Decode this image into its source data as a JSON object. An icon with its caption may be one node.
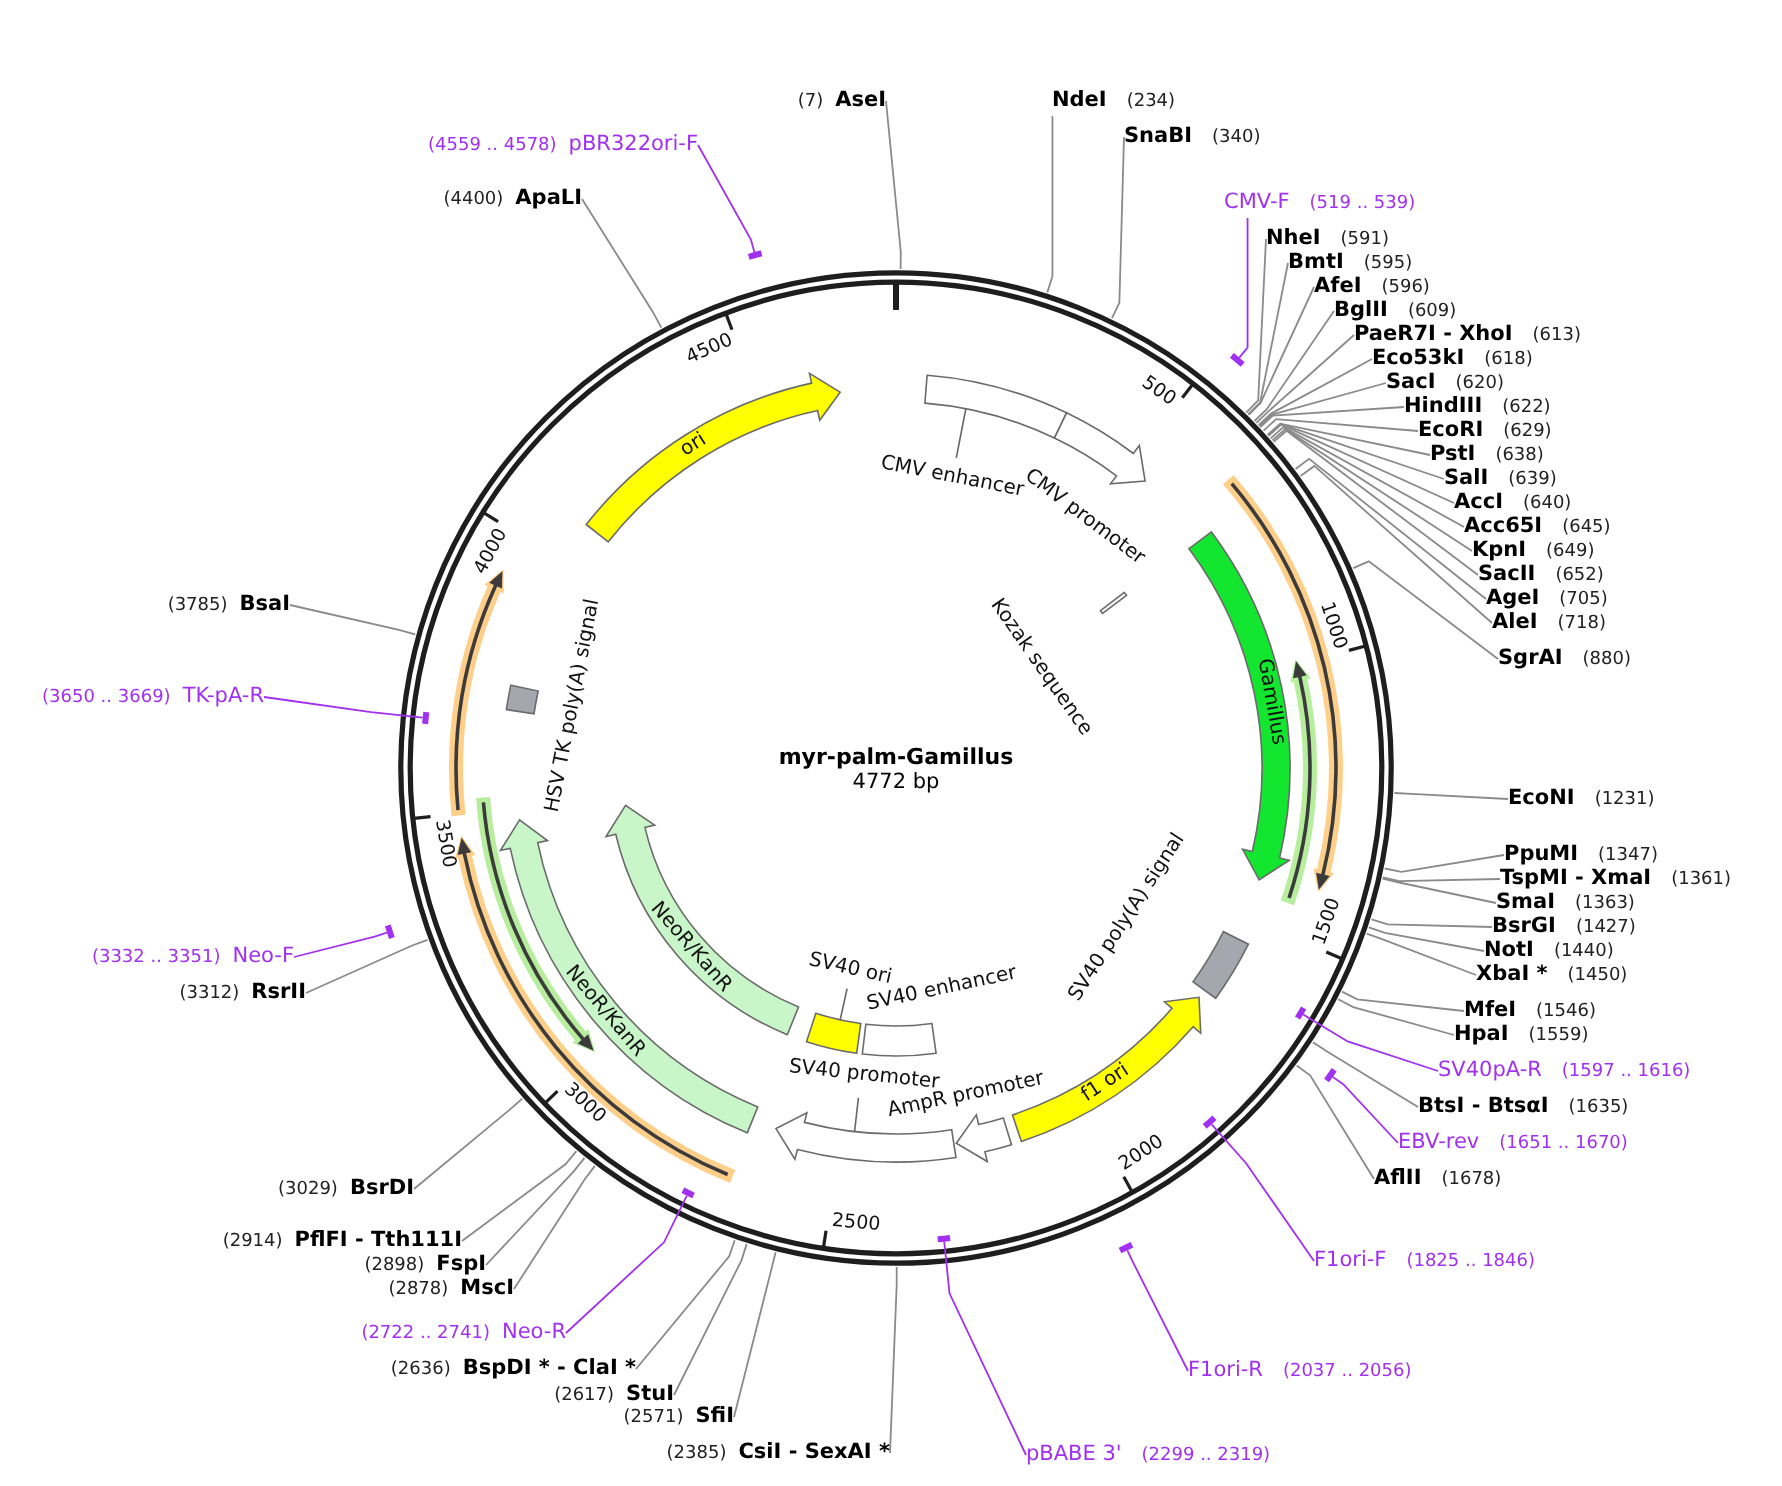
{
  "diagram": {
    "title": "myr-palm-Gamillus",
    "nodes": [
      {
        "text": [
          "CMV enhancer"
        ]
      },
      {
        "text": [
          "CMV promoter"
        ]
      },
      {
        "text": [
          "Kozak sequence"
        ]
      },
      {
        "text": [
          "Gamillus"
        ]
      },
      {
        "text": [
          "SV40 poly(A) signal"
        ]
      },
      {
        "text": [
          "f1 ori"
        ]
      },
      {
        "text": [
          "AmpR promoter"
        ]
      },
      {
        "text": [
          "SV40 enhancer"
        ]
      },
      {
        "text": [
          "SV40 promoter"
        ]
      },
      {
        "text": [
          "SV40 ori"
        ]
      },
      {
        "text": [
          "NeoR/KanR"
        ]
      },
      {
        "text": [
          "NeoR/KanR"
        ]
      },
      {
        "text": [
          "HSV TK poly(A) signal"
        ]
      },
      {
        "text": [
          "ori"
        ]
      },
      {
        "text": [
          "(7)",
          "AseI"
        ]
      },
      {
        "text": [
          "NdeI",
          "(234)"
        ]
      },
      {
        "text": [
          "SnaBI",
          "(340)"
        ]
      },
      {
        "text": [
          "CMV-F",
          "(519 .. 539)"
        ]
      },
      {
        "text": [],
        "shape": "bar"
      },
      {
        "text": [
          "NheI",
          "(591)"
        ]
      },
      {
        "text": [
          "BmtI",
          "(595)"
        ]
      },
      {
        "text": [
          "AfeI",
          "(596)"
        ]
      },
      {
        "text": [
          "BglII",
          "(609)"
        ]
      },
      {
        "text": [
          "PaeR7I - XhoI",
          "(613)"
        ]
      },
      {
        "text": [
          "Eco53kI",
          "(618)"
        ]
      },
      {
        "text": [
          "SacI",
          "(620)"
        ]
      },
      {
        "text": [
          "HindIII",
          "(622)"
        ]
      },
      {
        "text": [
          "EcoRI",
          "(629)"
        ]
      },
      {
        "text": [
          "PstI",
          "(638)"
        ]
      },
      {
        "text": [
          "SalI",
          "(639)"
        ]
      },
      {
        "text": [
          "AccI",
          "(640)"
        ]
      },
      {
        "text": [
          "Acc65I",
          "(645)"
        ]
      },
      {
        "text": [
          "KpnI",
          "(649)"
        ]
      },
      {
        "text": [
          "SacII",
          "(652)"
        ]
      },
      {
        "text": [
          "AgeI",
          "(705)"
        ]
      },
      {
        "text": [
          "AleI",
          "(718)"
        ]
      },
      {
        "text": [
          "SgrAI",
          "(880)"
        ]
      },
      {
        "text": [
          "EcoNI",
          "(1231)"
        ]
      },
      {
        "text": [
          "PpuMI",
          "(1347)"
        ]
      },
      {
        "text": [
          "TspMI - XmaI",
          "(1361)"
        ]
      },
      {
        "text": [
          "SmaI",
          "(1363)"
        ]
      },
      {
        "text": [
          "BsrGI",
          "(1427)"
        ]
      },
      {
        "text": [
          "NotI",
          "(1440)"
        ]
      },
      {
        "text": [
          "XbaI *",
          "(1450)"
        ]
      },
      {
        "text": [
          "MfeI",
          "(1546)"
        ]
      },
      {
        "text": [
          "HpaI",
          "(1559)"
        ]
      },
      {
        "text": [
          "SV40pA-R",
          "(1597 .. 1616)"
        ]
      },
      {
        "text": [],
        "shape": "bar"
      },
      {
        "text": [
          "BtsI - BtsαI",
          "(1635)"
        ]
      },
      {
        "text": [
          "EBV-rev",
          "(1651 .. 1670)"
        ]
      },
      {
        "text": [],
        "shape": "bar"
      },
      {
        "text": [
          "AflII",
          "(1678)"
        ]
      },
      {
        "text": [
          "F1ori-F",
          "(1825 .. 1846)"
        ]
      },
      {
        "text": [],
        "shape": "bar"
      },
      {
        "text": [
          "F1ori-R",
          "(2037 .. 2056)"
        ]
      },
      {
        "text": [],
        "shape": "bar"
      },
      {
        "text": [
          "pBABE 3'",
          "(2299 .. 2319)"
        ]
      },
      {
        "text": [],
        "shape": "bar"
      },
      {
        "text": [
          "(2385)",
          "CsiI - SexAI *"
        ]
      },
      {
        "text": [
          "(2571)",
          "SfiI"
        ]
      },
      {
        "text": [
          "(2617)",
          "StuI"
        ]
      },
      {
        "text": [
          "(2636)",
          "BspDI * - ClaI *"
        ]
      },
      {
        "text": [
          "(2722 .. 2741)",
          "Neo-R"
        ]
      },
      {
        "text": [],
        "shape": "bar"
      },
      {
        "text": [
          "(2878)",
          "MscI"
        ]
      },
      {
        "text": [
          "(2898)",
          "FspI"
        ]
      },
      {
        "text": [
          "(2914)",
          "PflFI - Tth111I"
        ]
      },
      {
        "text": [
          "(3029)",
          "BsrDI"
        ]
      },
      {
        "text": [
          "(3312)",
          "RsrII"
        ]
      },
      {
        "text": [
          "(3332 .. 3351)",
          "Neo-F"
        ]
      },
      {
        "text": [],
        "shape": "bar"
      },
      {
        "text": [
          "(3650 .. 3669)",
          "TK-pA-R"
        ]
      },
      {
        "text": [],
        "shape": "bar"
      },
      {
        "text": [
          "(3785)",
          "BsaI"
        ]
      },
      {
        "text": [
          "(4400)",
          "ApaLI"
        ]
      },
      {
        "text": [
          "(4559 .. 4578)",
          "pBR322ori-F"
        ]
      },
      {
        "text": [],
        "shape": "bar"
      },
      {
        "text": [],
        "shape": "arrow"
      },
      {
        "text": [],
        "shape": "arrow"
      },
      {
        "text": [],
        "shape": "arrow"
      },
      {
        "text": [],
        "shape": "arrow"
      },
      {
        "text": [],
        "shape": "arrow"
      }
    ],
    "edges": [
      {
        "from": 14,
        "to": null,
        "arrow": "none"
      },
      {
        "from": 15,
        "to": null,
        "arrow": "none"
      },
      {
        "from": 16,
        "to": null,
        "arrow": "none"
      },
      {
        "from": 17,
        "to": 18,
        "arrow": "none",
        "color": "#a130f0"
      },
      {
        "from": 19,
        "to": null,
        "arrow": "none"
      },
      {
        "from": 20,
        "to": null,
        "arrow": "none"
      },
      {
        "from": 21,
        "to": null,
        "arrow": "none"
      },
      {
        "from": 22,
        "to": null,
        "arrow": "none"
      },
      {
        "from": 23,
        "to": null,
        "arrow": "none"
      },
      {
        "from": 24,
        "to": null,
        "arrow": "none"
      },
      {
        "from": 25,
        "to": null,
        "arrow": "none"
      },
      {
        "from": 26,
        "to": null,
        "arrow": "none"
      },
      {
        "from": 27,
        "to": null,
        "arrow": "none"
      },
      {
        "from": 28,
        "to": null,
        "arrow": "none"
      },
      {
        "from": 29,
        "to": null,
        "arrow": "none"
      },
      {
        "from": 30,
        "to": null,
        "arrow": "none"
      },
      {
        "from": 31,
        "to": null,
        "arrow": "none"
      },
      {
        "from": 32,
        "to": null,
        "arrow": "none"
      },
      {
        "from": 33,
        "to": null,
        "arrow": "none"
      },
      {
        "from": 34,
        "to": null,
        "arrow": "none"
      },
      {
        "from": 35,
        "to": null,
        "arrow": "none"
      },
      {
        "from": 36,
        "to": null,
        "arrow": "none"
      },
      {
        "from": 37,
        "to": null,
        "arrow": "none"
      },
      {
        "from": 38,
        "to": null,
        "arrow": "none"
      },
      {
        "from": 39,
        "to": null,
        "arrow": "none"
      },
      {
        "from": 40,
        "to": null,
        "arrow": "none"
      },
      {
        "from": 41,
        "to": null,
        "arrow": "none"
      },
      {
        "from": 42,
        "to": null,
        "arrow": "none"
      },
      {
        "from": 43,
        "to": null,
        "arrow": "none"
      },
      {
        "from": 44,
        "to": null,
        "arrow": "none"
      },
      {
        "from": 45,
        "to": null,
        "arrow": "none"
      },
      {
        "from": 46,
        "to": 47,
        "arrow": "none",
        "color": "#a130f0"
      },
      {
        "from": 48,
        "to": null,
        "arrow": "none"
      },
      {
        "from": 49,
        "to": 50,
        "arrow": "none",
        "color": "#a130f0"
      },
      {
        "from": 51,
        "to": null,
        "arrow": "none"
      },
      {
        "from": 52,
        "to": 53,
        "arrow": "none",
        "color": "#a130f0"
      },
      {
        "from": 54,
        "to": 55,
        "arrow": "none",
        "color": "#a130f0"
      },
      {
        "from": 56,
        "to": 57,
        "arrow": "none",
        "color": "#a130f0"
      },
      {
        "from": 58,
        "to": null,
        "arrow": "none"
      },
      {
        "from": 59,
        "to": null,
        "arrow": "none"
      },
      {
        "from": 60,
        "to": null,
        "arrow": "none"
      },
      {
        "from": 61,
        "to": null,
        "arrow": "none"
      },
      {
        "from": 62,
        "to": 63,
        "arrow": "none",
        "color": "#a130f0"
      },
      {
        "from": 64,
        "to": null,
        "arrow": "none"
      },
      {
        "from": 65,
        "to": null,
        "arrow": "none"
      },
      {
        "from": 66,
        "to": null,
        "arrow": "none"
      },
      {
        "from": 67,
        "to": null,
        "arrow": "none"
      },
      {
        "from": 68,
        "to": null,
        "arrow": "none"
      },
      {
        "from": 69,
        "to": 70,
        "arrow": "none",
        "color": "#a130f0"
      },
      {
        "from": 71,
        "to": 72,
        "arrow": "none",
        "color": "#a130f0"
      },
      {
        "from": 73,
        "to": null,
        "arrow": "none"
      },
      {
        "from": 74,
        "to": null,
        "arrow": "none"
      },
      {
        "from": 75,
        "to": 76,
        "arrow": "none",
        "color": "#a130f0"
      }
    ],
    "labels": [
      "4772 bp",
      "500",
      "1000",
      "1500",
      "2000",
      "2500",
      "3000",
      "3500",
      "4000",
      "4500"
    ]
  }
}
